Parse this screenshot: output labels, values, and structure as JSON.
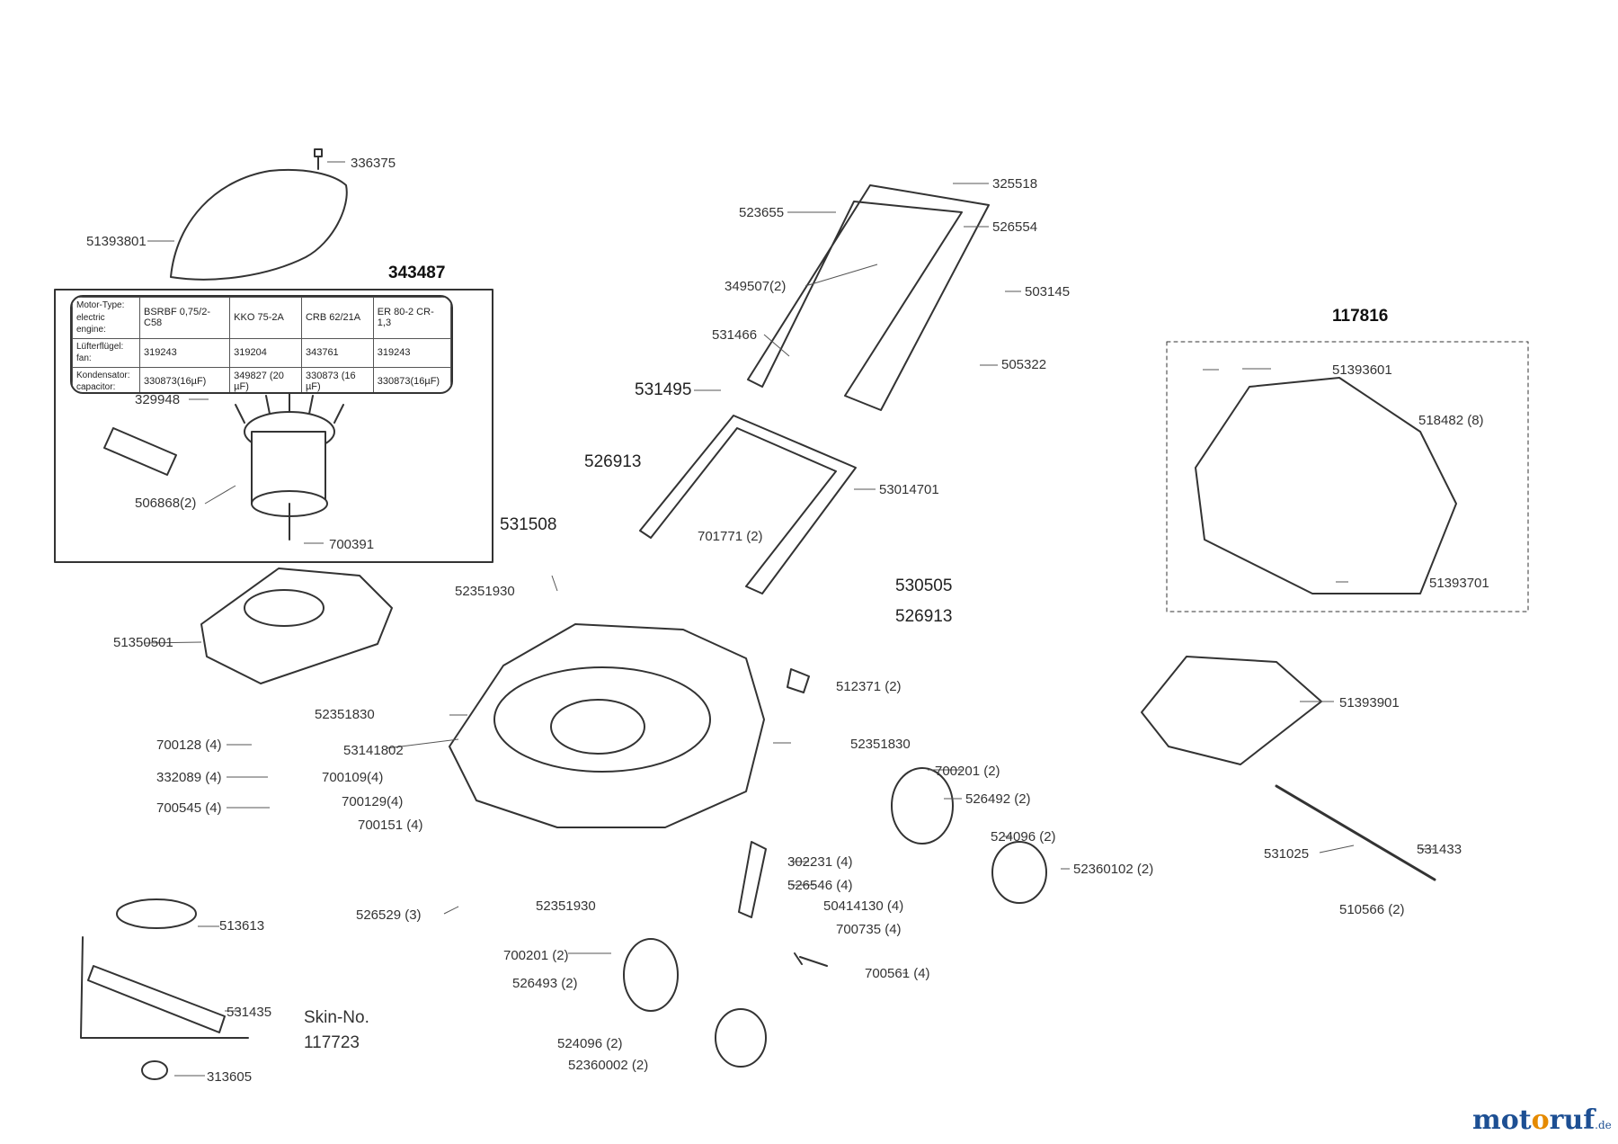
{
  "motor_assembly": {
    "part_number": "343487",
    "table": {
      "rows": [
        {
          "label": [
            "Motor-Type:",
            "electric engine:"
          ],
          "cells": [
            "BSRBF 0,75/2-C58",
            "KKO 75-2A",
            "CRB 62/21A",
            "ER 80-2 CR-1,3"
          ]
        },
        {
          "label": [
            "Lüfterflügel:",
            "fan:"
          ],
          "cells": [
            "319243",
            "319204",
            "343761",
            "319243"
          ]
        },
        {
          "label": [
            "Kondensator:",
            "capacitor:"
          ],
          "cells": [
            "330873(16µF)",
            "349827 (20 µF)",
            "330873 (16 µF)",
            "330873(16µF)"
          ]
        }
      ]
    }
  },
  "grass_catcher": {
    "part_number": "117816"
  },
  "skin": {
    "label": "Skin-No.",
    "number": "117723"
  },
  "part_labels": {
    "p336375": "336375",
    "p51393801": "51393801",
    "p329948": "329948",
    "p506868": "506868(2)",
    "p700391": "700391",
    "p51350501": "51350501",
    "p700128": "700128 (4)",
    "p332089": "332089 (4)",
    "p700545": "700545 (4)",
    "p513613": "513613",
    "p531435": "531435",
    "p313605": "313605",
    "p526529": "526529 (3)",
    "p523655": "523655",
    "p325518": "325518",
    "p526554": "526554",
    "p349507": "349507(2)",
    "p503145": "503145",
    "p531466": "531466",
    "p531495": "531495",
    "p505322": "505322",
    "p526913a": "526913",
    "p531508": "531508",
    "p53014701": "53014701",
    "p701771": "701771 (2)",
    "p52351930a": "52351930",
    "p530505": "530505",
    "p526913b": "526913",
    "p512371": "512371 (2)",
    "p52351830a": "52351830",
    "p53141802": "53141802",
    "p700109": "700109(4)",
    "p700129": "700129(4)",
    "p700151": "700151 (4)",
    "p52351830b": "52351830",
    "p700201a": "700201 (2)",
    "p526492": "526492 (2)",
    "p524096a": "524096 (2)",
    "p52360102": "52360102 (2)",
    "p302231": "302231 (4)",
    "p526546": "526546 (4)",
    "p50414130": "50414130 (4)",
    "p700735": "700735 (4)",
    "p700561": "700561 (4)",
    "p52351930b": "52351930",
    "p700201b": "700201 (2)",
    "p526493": "526493 (2)",
    "p524096b": "524096 (2)",
    "p52360002": "52360002 (2)",
    "p51393601": "51393601",
    "p518482": "518482 (8)",
    "p51393701": "51393701",
    "p51393901": "51393901",
    "p531025": "531025",
    "p531433": "531433",
    "p510566": "510566 (2)"
  },
  "watermark": {
    "part1": "mot",
    "part2": "o",
    "part3": "ruf",
    "tld": ".de"
  }
}
